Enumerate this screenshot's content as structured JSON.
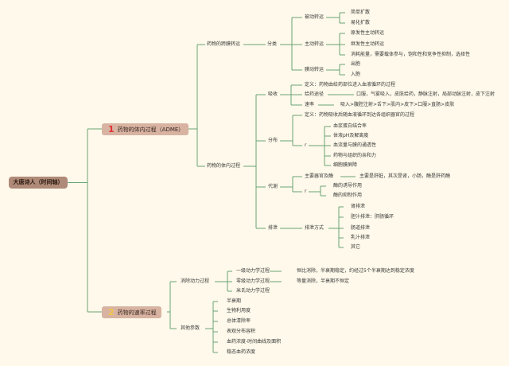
{
  "root": {
    "label": "大唐诗人（时间轴）"
  },
  "branch1": {
    "number": "1",
    "label": "药物的体内过程（ADME）",
    "membrane": {
      "label": "药物的跨膜转运",
      "classify": "分类",
      "passive": {
        "label": "被动转运",
        "items": [
          "简单扩散",
          "易化扩散"
        ]
      },
      "active": {
        "label": "主动转运",
        "items": [
          "原发性主动转运",
          "继发性主动转运",
          "消耗能量，需要载体参与，饱和性和竞争性抑制，选择性"
        ]
      },
      "cytosis": {
        "label": "膜动转运",
        "items": [
          "出胞",
          "入胞"
        ]
      }
    },
    "inbody": {
      "label": "药物的体内过程",
      "absorption": {
        "label": "吸收",
        "definition": "定义：药物由给药部位进入血液循环的过程",
        "route_label": "给药途径",
        "route_value": "口服，气雾吸入，皮肤给药，静脉注射，局部动脉注射，皮下注射",
        "rate_label": "速率",
        "rate_value": "吸入>腹腔注射>舌下>肌内>皮下>口服>直肠>皮肤"
      },
      "distribution": {
        "label": "分布",
        "definition": "定义：药物吸收后随血液循环到达各组织器官的过程",
        "factor_label": "r",
        "factors": [
          "血浆蛋白结合率",
          "体液pH及解离度",
          "血流量与膜的通透性",
          "药物与组织的亲和力",
          "细胞膜屏障"
        ]
      },
      "metabolism": {
        "label": "代谢",
        "organ_label": "主要器官及酶",
        "organ_value": "主要是肝脏，其次是肾，小肠，酶是肝药酶",
        "factor_label": "r",
        "factors": [
          "酶的诱导作用",
          "酶的抑制作用"
        ]
      },
      "excretion": {
        "label": "排泄",
        "way_label": "排泄方式",
        "ways": [
          "肾排泄",
          "胆汁排泄：肝肠循环",
          "肠道排泄",
          "乳汁排泄",
          "其它"
        ]
      }
    }
  },
  "branch2": {
    "number": "2",
    "label": "药物的速率过程",
    "kinetics": {
      "label": "消除动力过程",
      "items": [
        {
          "label": "一级动力学过程",
          "value": "恒比消除，半衰期稳定，约经过5个半衰期达到稳定浓度"
        },
        {
          "label": "零级动力学过程",
          "value": "等量消除，半衰期不恒定"
        },
        {
          "label": "米氏动力学过程",
          "value": ""
        }
      ]
    },
    "params": {
      "label": "其他参数",
      "items": [
        "半衰期",
        "生物利用度",
        "总体清除率",
        "表观分布容积",
        "血药浓度-时间曲线及面积",
        "稳态血药浓度"
      ]
    }
  },
  "colors": {
    "line": "#6aa477",
    "background": "#fef9ea",
    "root": "#b08a78",
    "main": "#d8b3a2"
  }
}
